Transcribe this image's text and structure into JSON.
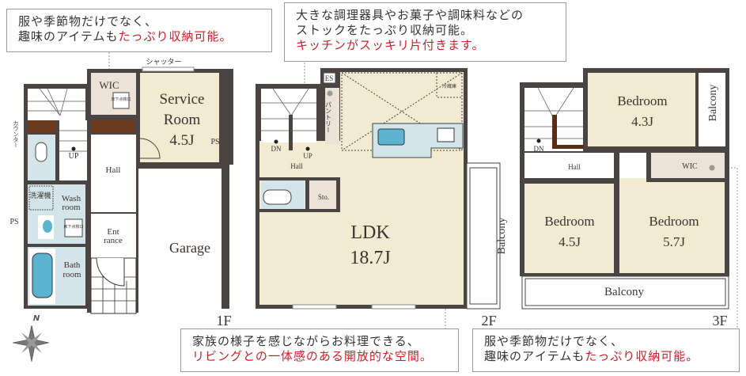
{
  "colors": {
    "wall": "#4a4543",
    "room": "#f3ead2",
    "wet": "#d4e5ea",
    "storage": "#ede2d8",
    "fixture": "#5bb3d0",
    "accent_red": "#c8202b",
    "counter": "#5a2d14"
  },
  "callouts": {
    "top_left": {
      "line1": "服や季節物だけでなく、",
      "line2_plain": "趣味のアイテムも",
      "line2_red": "たっぷり収納可能。"
    },
    "top_middle": {
      "line1": "大きな調理器具やお菓子や調味料などの",
      "line2": "ストックをたっぷり収納可能。",
      "line3_red": "キッチンがスッキリ片付きます。"
    },
    "bottom_middle": {
      "line1": "家族の様子を感じながらお料理できる、",
      "line2_red": "リビングとの一体感のある開放的な空間。"
    },
    "bottom_right": {
      "line1": "服や季節物だけでなく、",
      "line2_plain": "趣味のアイテムも",
      "line2_red": "たっぷり収納可能。"
    }
  },
  "floor1": {
    "label": "1F",
    "shutter": "シャッター",
    "wic": "WIC",
    "inspection": "床下点検口",
    "service_room": "Service",
    "service_room2": "Room",
    "service_size": "4.5J",
    "ps": "PS",
    "counter": "カウンター",
    "up": "UP",
    "hall": "Hall",
    "washer": "洗濯機",
    "wash1": "Wash",
    "wash2": "room",
    "ps2": "PS",
    "inspection2": "床下点検口",
    "entrance1": "Ent",
    "entrance2": "rance",
    "garage": "Garage",
    "bath1": "Bath",
    "bath2": "room"
  },
  "floor2": {
    "label": "2F",
    "es": "ES",
    "pantry": "パントリー",
    "fridge": "冷蔵庫",
    "dn": "DN",
    "up": "UP",
    "hall": "Hall",
    "storage": "Sto.",
    "ldk": "LDK",
    "ldk_size": "18.7J",
    "balcony": "Balcony"
  },
  "floor3": {
    "label": "3F",
    "dn": "DN",
    "hall": "Hall",
    "bedroom_a": "Bedroom",
    "bedroom_a_size": "4.3J",
    "balcony_side": "Balcony",
    "wic": "WIC",
    "bedroom_b": "Bedroom",
    "bedroom_b_size": "4.5J",
    "bedroom_c": "Bedroom",
    "bedroom_c_size": "5.7J",
    "balcony_bottom": "Balcony"
  },
  "compass": {
    "north": "N"
  }
}
